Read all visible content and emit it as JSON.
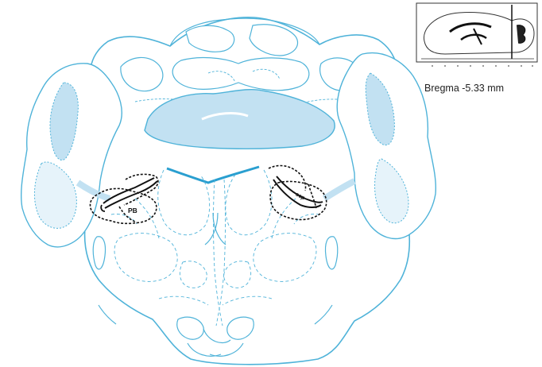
{
  "figure": {
    "bregma_label": "Bregma -5.33 mm",
    "regions": {
      "left_label": "PB",
      "right_label": "scp"
    },
    "colors": {
      "outline": "#4fb3d9",
      "fill": "#c2e1f2",
      "fill_light": "#e6f3fa",
      "inset_ink": "#333333",
      "region_ink": "#111111"
    }
  }
}
